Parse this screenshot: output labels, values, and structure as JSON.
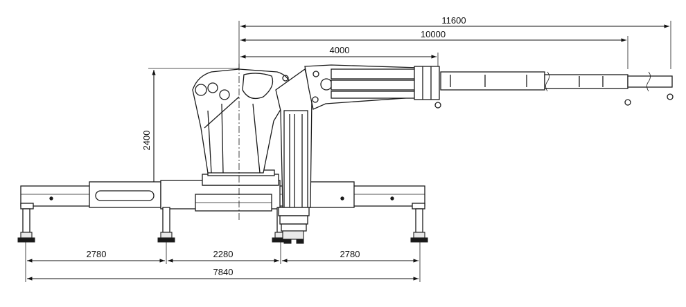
{
  "diagram": {
    "dimensions": {
      "total_reach": "11600",
      "mid_reach": "10000",
      "short_reach": "4000",
      "height": "2400",
      "left_outrigger": "2780",
      "center_span": "2280",
      "right_outrigger": "2780",
      "total_span": "7840"
    }
  }
}
